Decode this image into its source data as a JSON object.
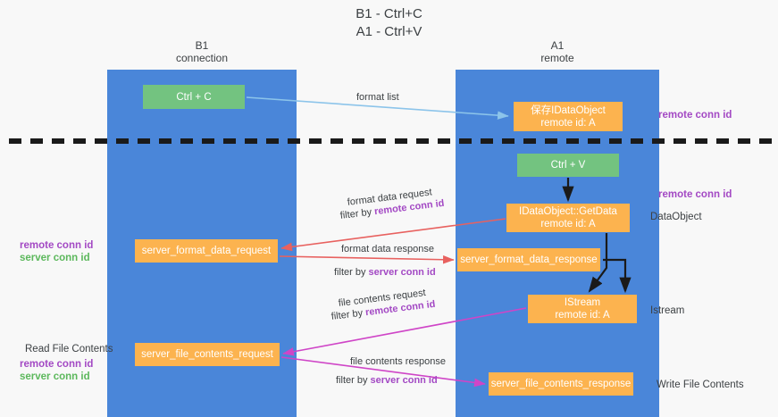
{
  "title": {
    "line1": "B1 - Ctrl+C",
    "line2": "A1 - Ctrl+V"
  },
  "lanes": [
    {
      "id": "b1",
      "name": "B1",
      "role": "connection"
    },
    {
      "id": "a1",
      "name": "A1",
      "role": "remote"
    }
  ],
  "nodes": {
    "ctrl_c": {
      "label": "Ctrl + C",
      "sub": "",
      "color": "#73c380"
    },
    "idataobject": {
      "label": "保存IDataObject",
      "sub": "remote id: A",
      "color": "#fcb34f"
    },
    "ctrl_v": {
      "label": "Ctrl + V",
      "sub": "",
      "color": "#73c380"
    },
    "getdata": {
      "label": "IDataObject::GetData",
      "sub": "remote id: A",
      "color": "#fcb34f"
    },
    "server_format_data_request": {
      "label": "server_format_data_request",
      "sub": "",
      "color": "#fcb34f"
    },
    "server_format_data_response": {
      "label": "server_format_data_response",
      "sub": "",
      "color": "#fcb34f"
    },
    "istream": {
      "label": "IStream",
      "sub": "remote id: A",
      "color": "#fcb34f"
    },
    "server_file_contents_request": {
      "label": "server_file_contents_request",
      "sub": "",
      "color": "#fcb34f"
    },
    "server_file_contents_response": {
      "label": "server_file_contents_response",
      "sub": "",
      "color": "#fcb34f"
    }
  },
  "side_labels": {
    "remote_conn_id_top": "remote conn id",
    "remote_conn_id_mid": "remote conn id",
    "dataobject": "DataObject",
    "istream": "Istream",
    "write_file_contents": "Write File Contents",
    "read_file_contents": "Read File Contents",
    "left_remote_conn_id_1": "remote conn id",
    "left_server_conn_id_1": "server conn id",
    "left_remote_conn_id_2": "remote conn id",
    "left_server_conn_id_2": "server conn id"
  },
  "edges": {
    "format_list": "format list",
    "format_data_request": "format data request",
    "format_data_request_filter_prefix": "filter by ",
    "format_data_request_filter_key": "remote conn id",
    "format_data_response": "format data response",
    "format_data_response_filter_prefix": "filter by ",
    "format_data_response_filter_key": "server conn id",
    "file_contents_request": "file contents request",
    "file_contents_request_filter_prefix": "filter by ",
    "file_contents_request_filter_key": "remote conn id",
    "file_contents_response": "file contents response",
    "file_contents_response_filter_prefix": "filter by ",
    "file_contents_response_filter_key": "server conn id"
  },
  "colors": {
    "lane": "#4a86d9",
    "green_node": "#73c380",
    "orange_node": "#fcb34f",
    "purple": "#a349c4",
    "green_text": "#5cb85c",
    "red_arrow": "#e8615f",
    "magenta_arrow": "#cf45c7",
    "blue_arrow": "#8cc4ea",
    "black_arrow": "#1a1a1a",
    "background": "#f8f8f8"
  }
}
